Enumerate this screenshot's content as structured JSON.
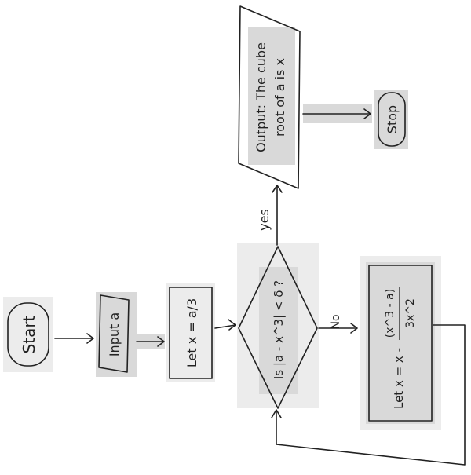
{
  "flowchart": {
    "start": "Start",
    "input": "Input a",
    "init": "Let x = a/3",
    "decision": "Is |a - x^3| < δ ?",
    "update_line": "Let x = x -",
    "update_num": "(x^3 - a)",
    "update_den": "3x^2",
    "output_line1": "Output: The cube",
    "output_line2": "root of a is x",
    "stop": "Stop",
    "yes": "yes",
    "no": "No"
  }
}
